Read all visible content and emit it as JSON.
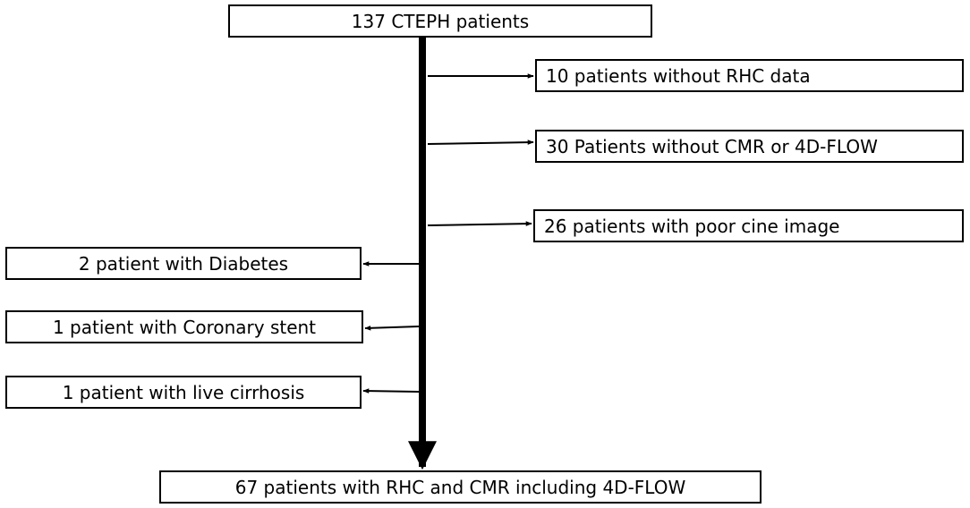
{
  "top_box": {
    "label": "137 CTEPH patients"
  },
  "right_exclusions": [
    {
      "label": "10 patients without RHC data"
    },
    {
      "label": "30  Patients without CMR or 4D-FLOW"
    },
    {
      "label": "26 patients with poor cine image"
    }
  ],
  "left_exclusions": [
    {
      "label": "2 patient with Diabetes"
    },
    {
      "label": "1 patient with Coronary stent"
    },
    {
      "label": "1 patient with live cirrhosis"
    }
  ],
  "bottom_box": {
    "label": "67 patients with RHC and CMR including 4D-FLOW"
  },
  "colors": {
    "line": "#000000",
    "box_border": "#000000",
    "box_fill": "#ffffff"
  }
}
